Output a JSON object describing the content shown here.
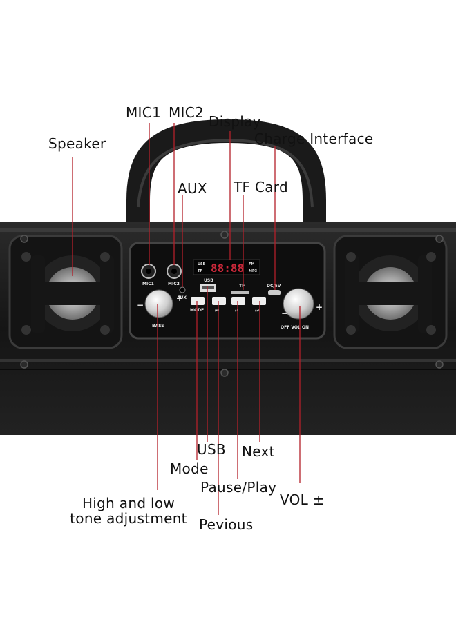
{
  "callouts": {
    "mic1": "MIC1",
    "mic2": "MIC2",
    "display": "Display",
    "speaker": "Speaker",
    "charge": "Charge Interface",
    "aux": "AUX",
    "tf_card": "TF Card",
    "usb": "USB",
    "next": "Next",
    "mode": "Mode",
    "pause_play": "Pause/Play",
    "vol": "VOL ±",
    "tone_line1": "High and low",
    "tone_line2": "tone adjustment",
    "previous": "Pevious"
  },
  "panel_labels": {
    "mic1": "MIC1",
    "mic2": "MIC2",
    "aux": "AUX",
    "usb": "USB",
    "tf": "TF",
    "dc": "DC/5V",
    "bass": "BASS",
    "mode": "MODE",
    "off_vol_on": "OFF  VOL  ON",
    "minus": "−",
    "plus": "+",
    "display_digits": "88:88",
    "lcd_usb": "USB",
    "lcd_tf": "TF",
    "lcd_fm": "FM",
    "lcd_mp3": "MP3"
  },
  "colors": {
    "leader_line": "#b3202a",
    "body": "#1c1c1c",
    "display_digits": "#c8283a"
  },
  "icons": [
    "previous-icon",
    "play-pause-icon",
    "next-icon"
  ]
}
